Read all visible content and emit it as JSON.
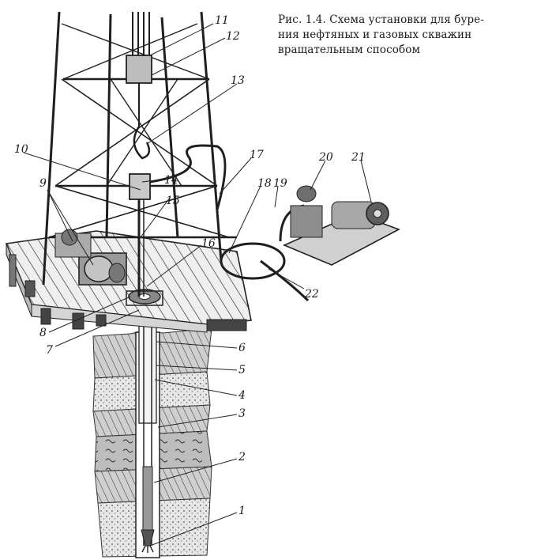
{
  "caption": {
    "lines": [
      "Рис. 1.4. Схема установки для буре-",
      "ния нефтяных и газовых скважин",
      "вращательным способом"
    ]
  },
  "callouts": [
    "1",
    "2",
    "3",
    "4",
    "5",
    "6",
    "7",
    "8",
    "9",
    "10",
    "11",
    "12",
    "13",
    "14",
    "15",
    "16",
    "17",
    "18",
    "19",
    "20",
    "21",
    "22"
  ],
  "colors": {
    "ink": "#1f1f1f",
    "paper": "#ffffff",
    "rock_shade": "#d9d9d9",
    "rock_dark": "#a6a6a6"
  }
}
